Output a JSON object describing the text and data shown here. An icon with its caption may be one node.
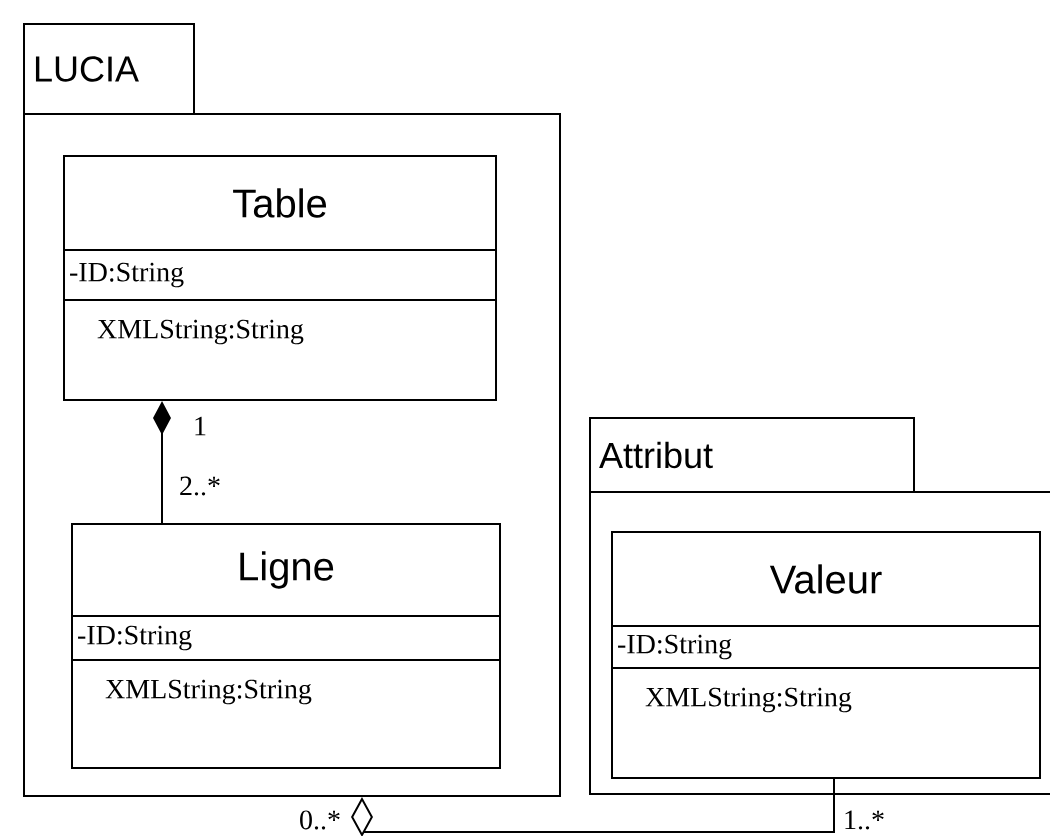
{
  "diagram": {
    "nodes": [
      {
        "text": [
          "LUCIA"
        ]
      },
      {
        "text": [
          "Table",
          "-ID:String",
          "XMLString:String"
        ],
        "in": 0
      },
      {
        "text": [
          "Ligne",
          "-ID:String",
          "XMLString:String"
        ],
        "in": 0
      },
      {
        "text": [
          "Attribut"
        ]
      },
      {
        "text": [
          "Valeur",
          "-ID:String",
          "XMLString:String"
        ],
        "in": 3
      }
    ],
    "edges": [
      {
        "from": 1,
        "to": 2,
        "arrow": "other"
      },
      {
        "from": 0,
        "to": 4,
        "arrow": "other"
      }
    ],
    "labels": [
      "1",
      "2..*",
      "0..*",
      "1..*"
    ]
  }
}
